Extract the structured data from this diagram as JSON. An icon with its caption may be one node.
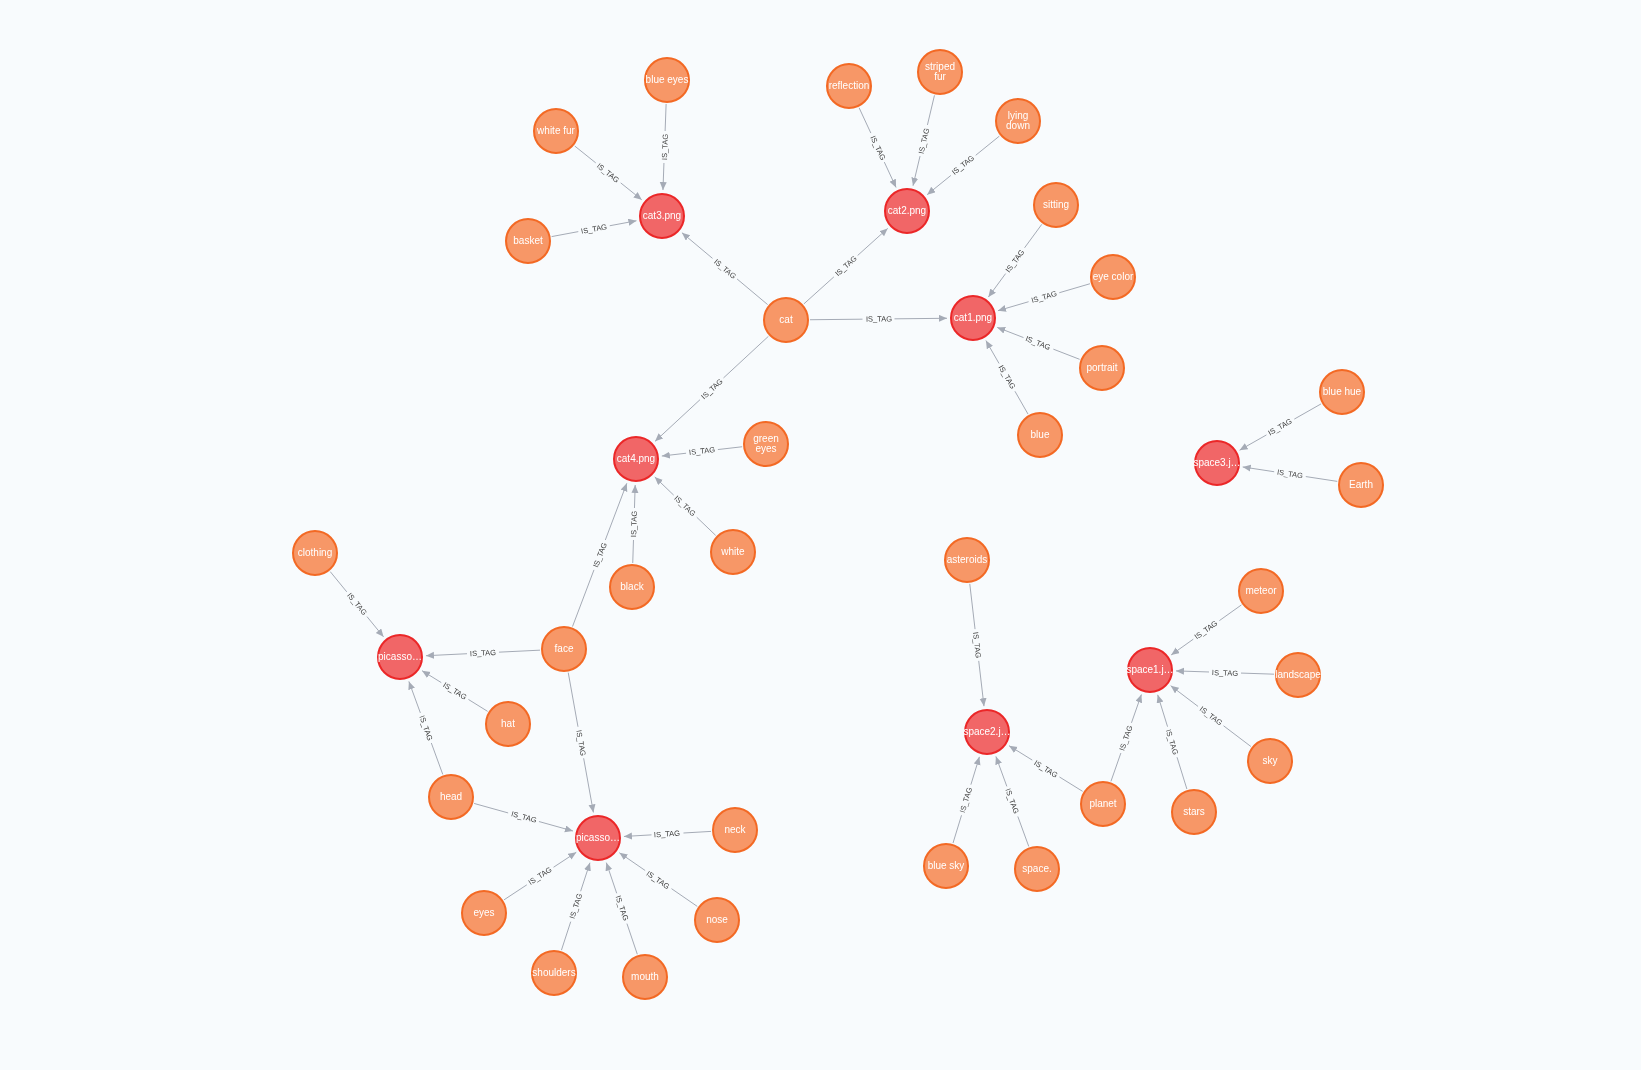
{
  "diagram": {
    "nodes": [
      {
        "text": [
          "striped fur"
        ]
      },
      {
        "text": [
          "blue eyes"
        ]
      },
      {
        "text": [
          "reflection"
        ]
      },
      {
        "text": [
          "lying down"
        ]
      },
      {
        "text": [
          "white fur"
        ]
      },
      {
        "text": [
          "sitting"
        ]
      },
      {
        "text": [
          "cat2.png"
        ]
      },
      {
        "text": [
          "cat3.png"
        ]
      },
      {
        "text": [
          "basket"
        ]
      },
      {
        "text": [
          "eye color"
        ]
      },
      {
        "text": [
          "cat1.png"
        ]
      },
      {
        "text": [
          "cat"
        ]
      },
      {
        "text": [
          "portrait"
        ]
      },
      {
        "text": [
          "blue hue"
        ]
      },
      {
        "text": [
          "blue"
        ]
      },
      {
        "text": [
          "green eyes"
        ]
      },
      {
        "text": [
          "cat4.png"
        ]
      },
      {
        "text": [
          "space3.j…"
        ]
      },
      {
        "text": [
          "Earth"
        ]
      },
      {
        "text": [
          "white"
        ]
      },
      {
        "text": [
          "clothing"
        ]
      },
      {
        "text": [
          "asteroids"
        ]
      },
      {
        "text": [
          "black"
        ]
      },
      {
        "text": [
          "meteor"
        ]
      },
      {
        "text": [
          "face"
        ]
      },
      {
        "text": [
          "picasso…"
        ]
      },
      {
        "text": [
          "space1.j…"
        ]
      },
      {
        "text": [
          "landscape"
        ]
      },
      {
        "text": [
          "hat"
        ]
      },
      {
        "text": [
          "space2.j…"
        ]
      },
      {
        "text": [
          "sky"
        ]
      },
      {
        "text": [
          "head"
        ]
      },
      {
        "text": [
          "planet"
        ]
      },
      {
        "text": [
          "stars"
        ]
      },
      {
        "text": [
          "neck"
        ]
      },
      {
        "text": [
          "picasso…"
        ]
      },
      {
        "text": [
          "blue sky"
        ]
      },
      {
        "text": [
          "space."
        ]
      },
      {
        "text": [
          "eyes"
        ]
      },
      {
        "text": [
          "nose"
        ]
      },
      {
        "text": [
          "shoulders"
        ]
      },
      {
        "text": [
          "mouth"
        ]
      }
    ],
    "edges": [
      {
        "from": 1,
        "to": 7,
        "arrow": "to",
        "label": "IS_TAG"
      },
      {
        "from": 4,
        "to": 7,
        "arrow": "to",
        "label": "IS_TAG"
      },
      {
        "from": 8,
        "to": 7,
        "arrow": "to",
        "label": "IS_TAG"
      },
      {
        "from": 2,
        "to": 6,
        "arrow": "to",
        "label": "IS_TAG"
      },
      {
        "from": 0,
        "to": 6,
        "arrow": "to",
        "label": "IS_TAG"
      },
      {
        "from": 3,
        "to": 6,
        "arrow": "to",
        "label": "IS_TAG"
      },
      {
        "from": 11,
        "to": 7,
        "arrow": "to",
        "label": "IS_TAG"
      },
      {
        "from": 11,
        "to": 6,
        "arrow": "to",
        "label": "IS_TAG"
      },
      {
        "from": 11,
        "to": 10,
        "arrow": "to",
        "label": "IS_TAG"
      },
      {
        "from": 11,
        "to": 16,
        "arrow": "to",
        "label": "IS_TAG"
      },
      {
        "from": 5,
        "to": 10,
        "arrow": "to",
        "label": "IS_TAG"
      },
      {
        "from": 9,
        "to": 10,
        "arrow": "to",
        "label": "IS_TAG"
      },
      {
        "from": 12,
        "to": 10,
        "arrow": "to",
        "label": "IS_TAG"
      },
      {
        "from": 14,
        "to": 10,
        "arrow": "to",
        "label": "IS_TAG"
      },
      {
        "from": 15,
        "to": 16,
        "arrow": "to",
        "label": "IS_TAG"
      },
      {
        "from": 19,
        "to": 16,
        "arrow": "to",
        "label": "IS_TAG"
      },
      {
        "from": 22,
        "to": 16,
        "arrow": "to",
        "label": "IS_TAG"
      },
      {
        "from": 24,
        "to": 16,
        "arrow": "to",
        "label": "IS_TAG"
      },
      {
        "from": 13,
        "to": 17,
        "arrow": "to",
        "label": "IS_TAG"
      },
      {
        "from": 18,
        "to": 17,
        "arrow": "to",
        "label": "IS_TAG"
      },
      {
        "from": 20,
        "to": 25,
        "arrow": "to",
        "label": "IS_TAG"
      },
      {
        "from": 24,
        "to": 25,
        "arrow": "to",
        "label": "IS_TAG"
      },
      {
        "from": 28,
        "to": 25,
        "arrow": "to",
        "label": "IS_TAG"
      },
      {
        "from": 31,
        "to": 25,
        "arrow": "to",
        "label": "IS_TAG"
      },
      {
        "from": 24,
        "to": 35,
        "arrow": "to",
        "label": "IS_TAG"
      },
      {
        "from": 31,
        "to": 35,
        "arrow": "to",
        "label": "IS_TAG"
      },
      {
        "from": 34,
        "to": 35,
        "arrow": "to",
        "label": "IS_TAG"
      },
      {
        "from": 38,
        "to": 35,
        "arrow": "to",
        "label": "IS_TAG"
      },
      {
        "from": 40,
        "to": 35,
        "arrow": "to",
        "label": "IS_TAG"
      },
      {
        "from": 41,
        "to": 35,
        "arrow": "to",
        "label": "IS_TAG"
      },
      {
        "from": 39,
        "to": 35,
        "arrow": "to",
        "label": "IS_TAG"
      },
      {
        "from": 21,
        "to": 29,
        "arrow": "to",
        "label": "IS_TAG"
      },
      {
        "from": 23,
        "to": 26,
        "arrow": "to",
        "label": "IS_TAG"
      },
      {
        "from": 27,
        "to": 26,
        "arrow": "to",
        "label": "IS_TAG"
      },
      {
        "from": 30,
        "to": 26,
        "arrow": "to",
        "label": "IS_TAG"
      },
      {
        "from": 33,
        "to": 26,
        "arrow": "to",
        "label": "IS_TAG"
      },
      {
        "from": 32,
        "to": 26,
        "arrow": "to",
        "label": "IS_TAG"
      },
      {
        "from": 32,
        "to": 29,
        "arrow": "to",
        "label": "IS_TAG"
      },
      {
        "from": 36,
        "to": 29,
        "arrow": "to",
        "label": "IS_TAG"
      },
      {
        "from": 37,
        "to": 29,
        "arrow": "to",
        "label": "IS_TAG"
      }
    ]
  }
}
